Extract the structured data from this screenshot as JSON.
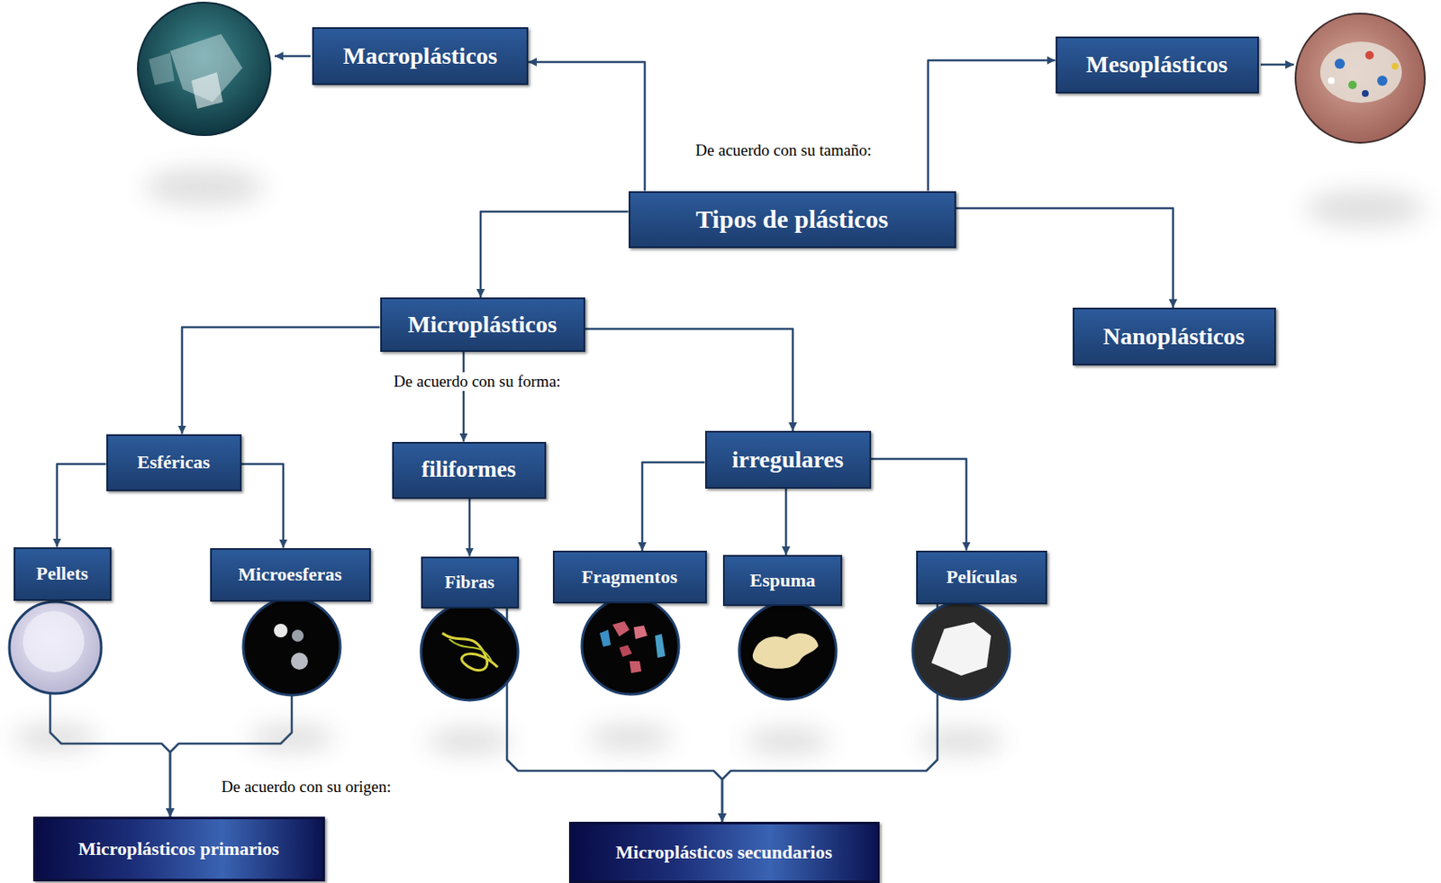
{
  "diagram": {
    "nodes": [
      {
        "text": [
          "Macroplásticos"
        ]
      },
      {
        "text": [
          "Mesoplásticos"
        ]
      },
      {
        "text": [
          "Tipos de plásticos"
        ]
      },
      {
        "text": [
          "Microplásticos"
        ]
      },
      {
        "text": [
          "Nanoplásticos"
        ]
      },
      {
        "text": [
          "Esféricas"
        ]
      },
      {
        "text": [
          "filiformes"
        ]
      },
      {
        "text": [
          "irregulares"
        ]
      },
      {
        "text": [
          "Pellets"
        ]
      },
      {
        "text": [
          "Microesferas"
        ]
      },
      {
        "text": [
          "Fibras"
        ]
      },
      {
        "text": [
          "Fragmentos"
        ]
      },
      {
        "text": [
          "Espuma"
        ]
      },
      {
        "text": [
          "Películas"
        ]
      },
      {
        "text": [
          "Microplásticos primarios"
        ]
      },
      {
        "text": [
          "Microplásticos secundarios"
        ]
      }
    ],
    "edges": [
      {
        "from": 2,
        "to": 0,
        "arrow": "to"
      },
      {
        "from": 2,
        "to": 1,
        "arrow": "to"
      },
      {
        "from": 2,
        "to": 3,
        "arrow": "to"
      },
      {
        "from": 2,
        "to": 4,
        "arrow": "to"
      },
      {
        "from": 3,
        "to": 5,
        "arrow": "to"
      },
      {
        "from": 3,
        "to": 6,
        "arrow": "to"
      },
      {
        "from": 3,
        "to": 7,
        "arrow": "to"
      },
      {
        "from": 5,
        "to": 8,
        "arrow": "to"
      },
      {
        "from": 5,
        "to": 9,
        "arrow": "to"
      },
      {
        "from": 6,
        "to": 10,
        "arrow": "to"
      },
      {
        "from": 7,
        "to": 11,
        "arrow": "to"
      },
      {
        "from": 7,
        "to": 12,
        "arrow": "to"
      },
      {
        "from": 7,
        "to": 13,
        "arrow": "to"
      },
      {
        "from": 8,
        "to": 14,
        "arrow": "to"
      },
      {
        "from": 9,
        "to": 14,
        "arrow": "to"
      },
      {
        "from": 10,
        "to": 15,
        "arrow": "to"
      },
      {
        "from": 13,
        "to": 15,
        "arrow": "to"
      }
    ],
    "labels": [
      "De acuerdo con su tamaño:",
      "De acuerdo con su forma:",
      "De acuerdo con su origen:"
    ]
  }
}
